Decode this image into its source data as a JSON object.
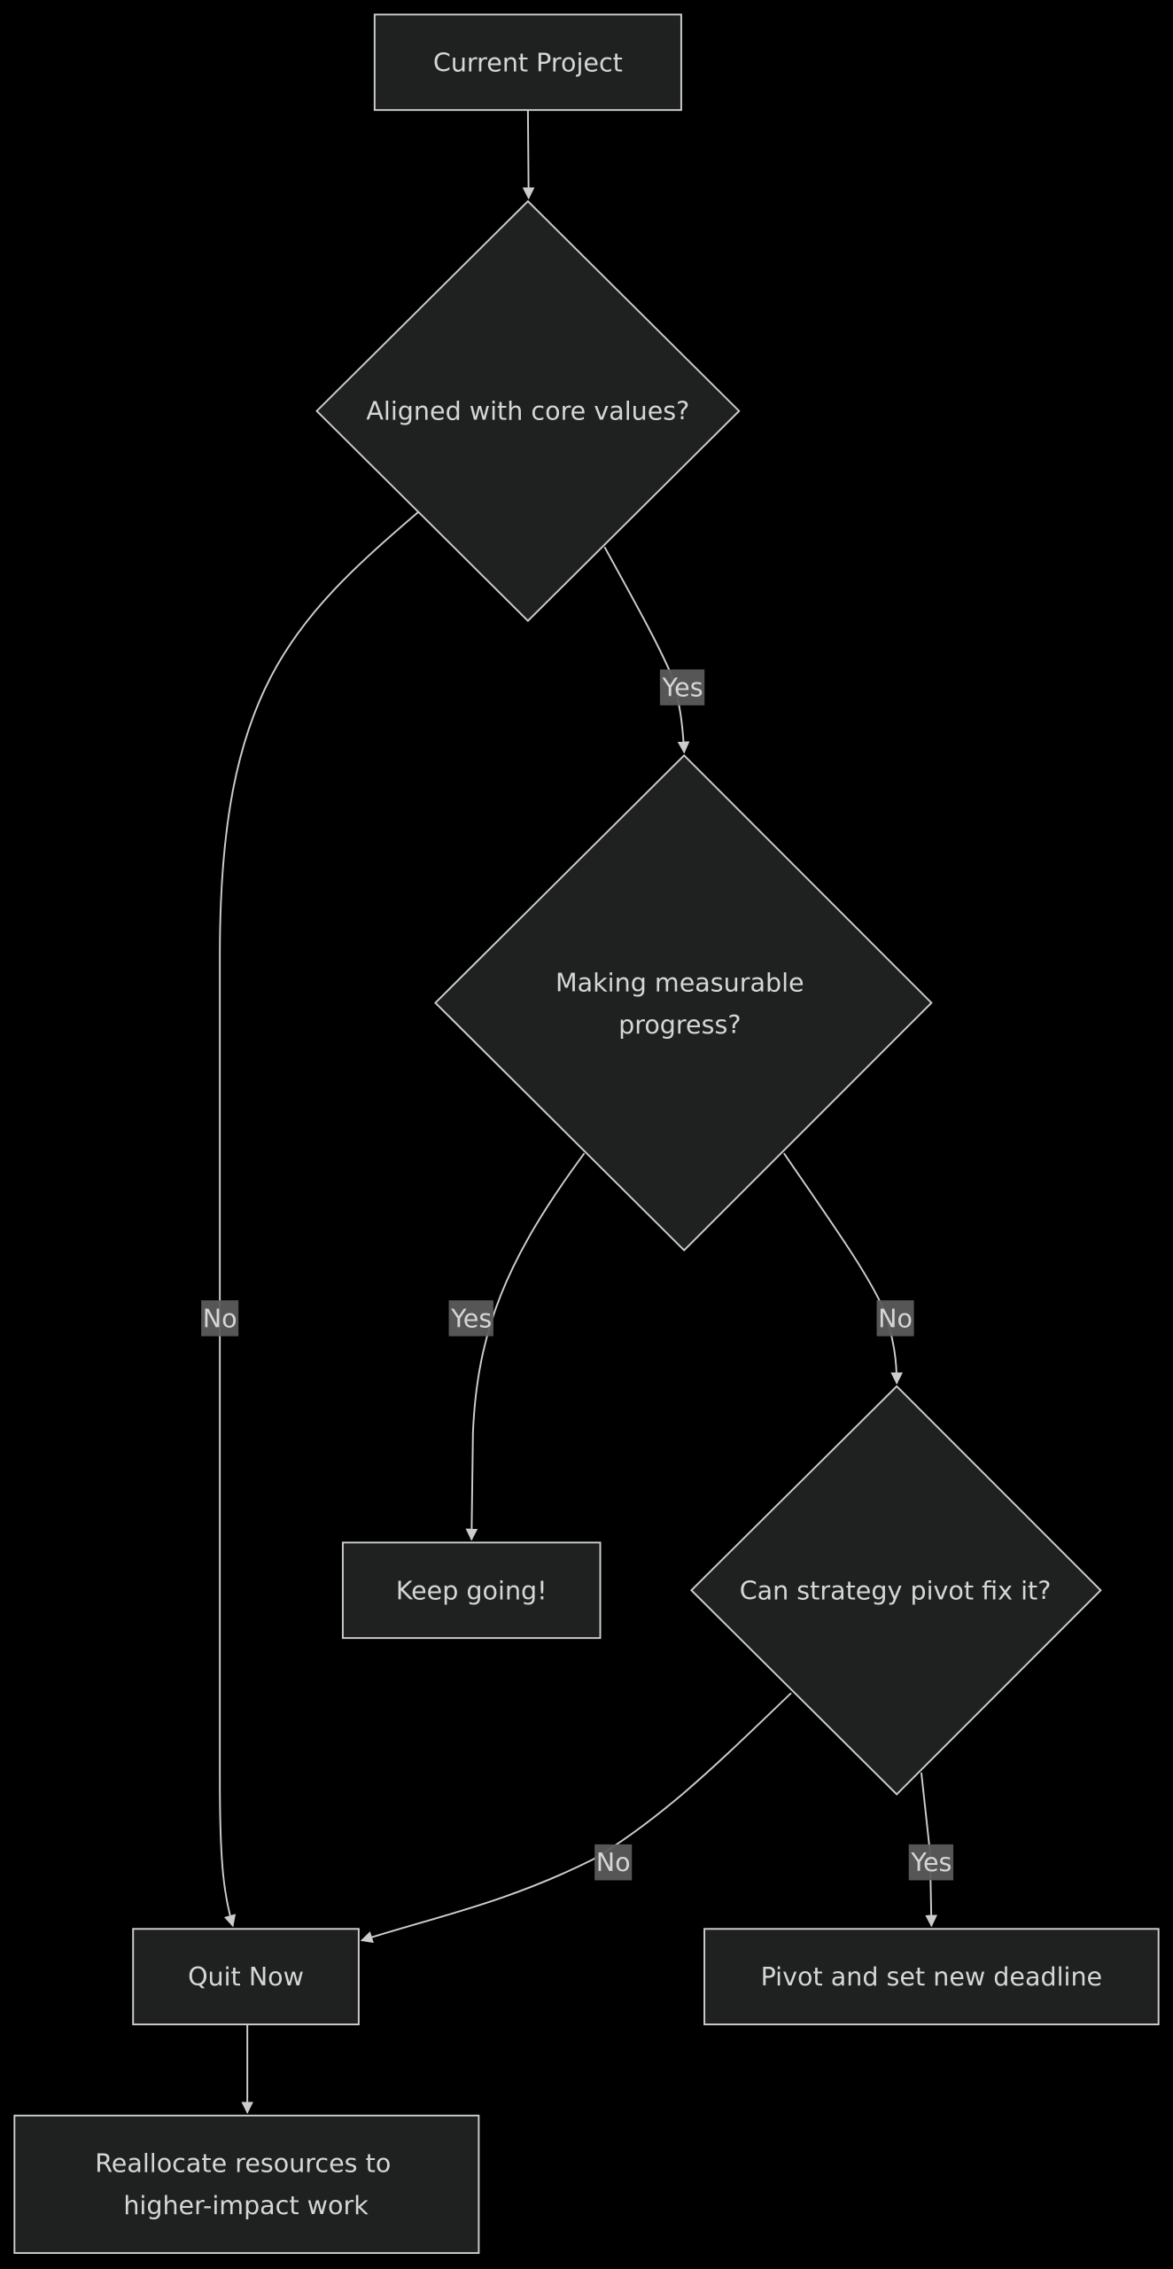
{
  "diagram": {
    "type": "flowchart",
    "nodes": {
      "current_project": "Current Project",
      "aligned": "Aligned with core values?",
      "progress_line1": "Making measurable",
      "progress_line2": "progress?",
      "keep_going": "Keep going!",
      "pivot_question": "Can strategy pivot fix it?",
      "quit_now": "Quit Now",
      "pivot_action": "Pivot and set new deadline",
      "reallocate_line1": "Reallocate resources to",
      "reallocate_line2": "higher-impact work"
    },
    "edge_labels": {
      "aligned_no": "No",
      "aligned_yes": "Yes",
      "progress_yes": "Yes",
      "progress_no": "No",
      "pivot_no": "No",
      "pivot_yes": "Yes"
    },
    "colors": {
      "background": "#000000",
      "node_fill": "#1f2020",
      "stroke": "#cccccc",
      "label_bg": "#5b5b5b"
    }
  }
}
